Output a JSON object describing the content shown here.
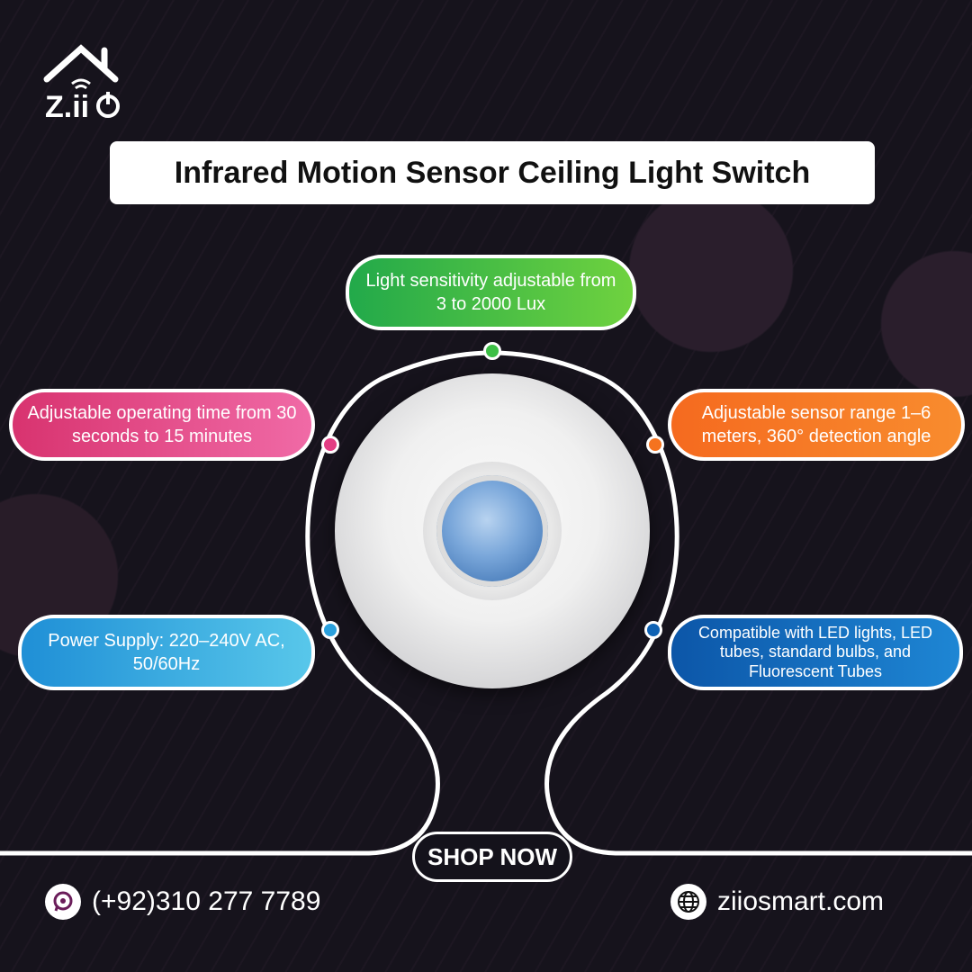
{
  "brand": {
    "logo_text": "Z.iiO"
  },
  "title": "Infrared Motion Sensor Ceiling Light Switch",
  "features": {
    "light": "Light sensitivity adjustable from 3 to 2000 Lux",
    "time": "Adjustable operating time from 30 seconds to 15 minutes",
    "range": "Adjustable sensor range 1–6 meters, 360° detection angle",
    "power": "Power Supply: 220–240V AC, 50/60Hz",
    "compat": "Compatible with LED lights, LED tubes, standard bulbs, and Fluorescent Tubes"
  },
  "cta": "SHOP NOW",
  "contact": {
    "phone": "(+92)310 277 7789",
    "website": "ziiosmart.com"
  },
  "colors": {
    "green": "#3cbf45",
    "pink": "#e33d83",
    "orange": "#f5731f",
    "lightblue": "#2aa0dd",
    "darkblue": "#0f62b4"
  }
}
